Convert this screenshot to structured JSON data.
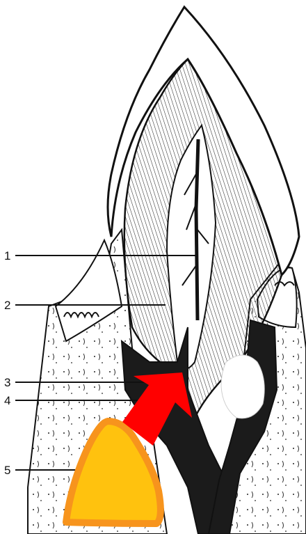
{
  "labels": [
    {
      "id": "1",
      "text": "1"
    },
    {
      "id": "2",
      "text": "2"
    },
    {
      "id": "3",
      "text": "3"
    },
    {
      "id": "4",
      "text": "4"
    },
    {
      "id": "5",
      "text": "5"
    }
  ],
  "colors": {
    "line": "#111111",
    "dentin_hatch": "#2a2a2a",
    "dark_tissue": "#1b1b1b",
    "arrow_red": "#ff0000",
    "marker_fill": "#ffc20e",
    "marker_outline": "#f7941d",
    "background": "#ffffff"
  }
}
